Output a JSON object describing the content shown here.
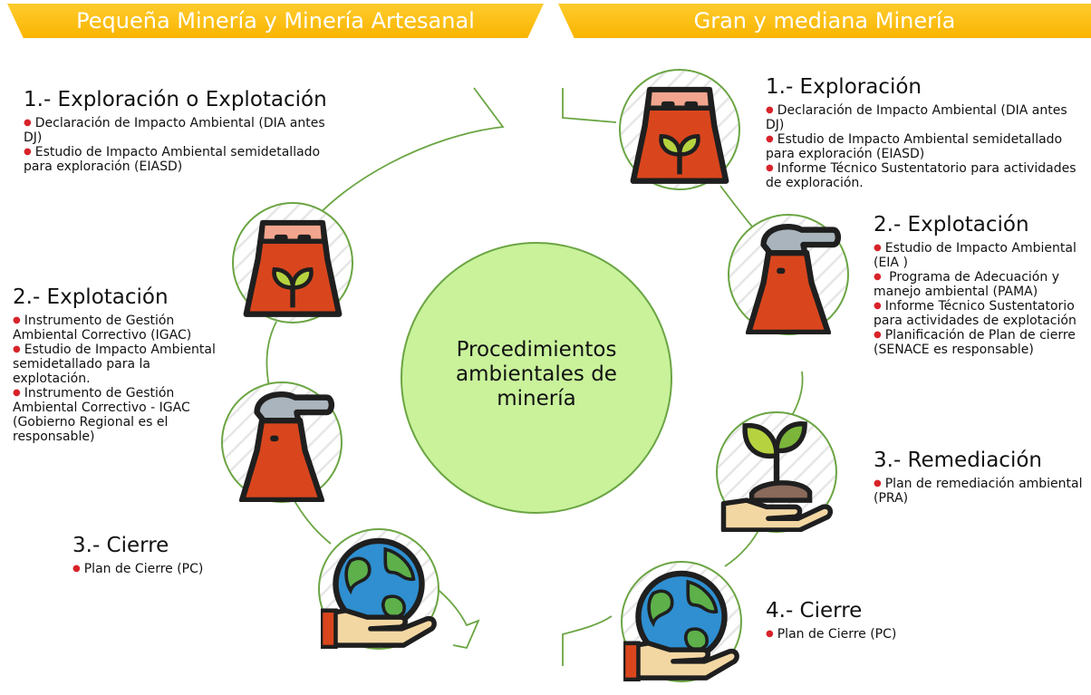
{
  "left_section": {
    "title": "Pequeña Minería y Minería Artesanal",
    "steps": [
      {
        "title": "1.- Exploración o Explotación",
        "items": [
          "Declaración de Impacto Ambiental (DIA antes DJ)",
          "Estudio de Impacto Ambiental semidetallado para exploración  (EIASD)"
        ]
      },
      {
        "title": "2.- Explotación",
        "items": [
          "Instrumento de Gestión Ambiental Correctivo (IGAC)",
          "Estudio de Impacto Ambiental semidetallado para la explotación.",
          "Instrumento de Gestión Ambiental Correctivo - IGAC (Gobierno Regional es el responsable)"
        ]
      },
      {
        "title": "3.- Cierre",
        "items": [
          "Plan de Cierre (PC)"
        ]
      }
    ]
  },
  "right_section": {
    "title": "Gran y mediana Minería",
    "steps": [
      {
        "title": "1.- Exploración",
        "items": [
          "Declaración de Impacto Ambiental (DIA antes DJ)",
          "Estudio de Impacto Ambiental semidetallado para exploración  (EIASD)",
          "Informe Técnico Sustentatorio para actividades de exploración."
        ]
      },
      {
        "title": "2.- Explotación",
        "items": [
          "Estudio de Impacto Ambiental (EIA )",
          " Programa de Adecuación y manejo ambiental (PAMA)",
          "Informe Técnico Sustentatorio para actividades de explotación",
          "Planificación de Plan de cierre (SENACE es responsable)"
        ]
      },
      {
        "title": "3.- Remediación",
        "items": [
          "Plan de remediación ambiental (PRA)"
        ]
      },
      {
        "title": "4.- Cierre",
        "items": [
          "Plan de Cierre (PC)"
        ]
      }
    ]
  },
  "center": {
    "label": "Procedimientos ambientales de minería"
  },
  "colors": {
    "banner": "#f9b400",
    "accent_green": "#6ba543",
    "center_fill": "#c9f29b",
    "factory_red": "#d9461d",
    "bullet_red": "#d8232a",
    "earth_blue": "#2f8fd0"
  },
  "icons": [
    "factory-plant-icon",
    "globe-in-hand-icon",
    "seedling-in-hand-icon"
  ]
}
